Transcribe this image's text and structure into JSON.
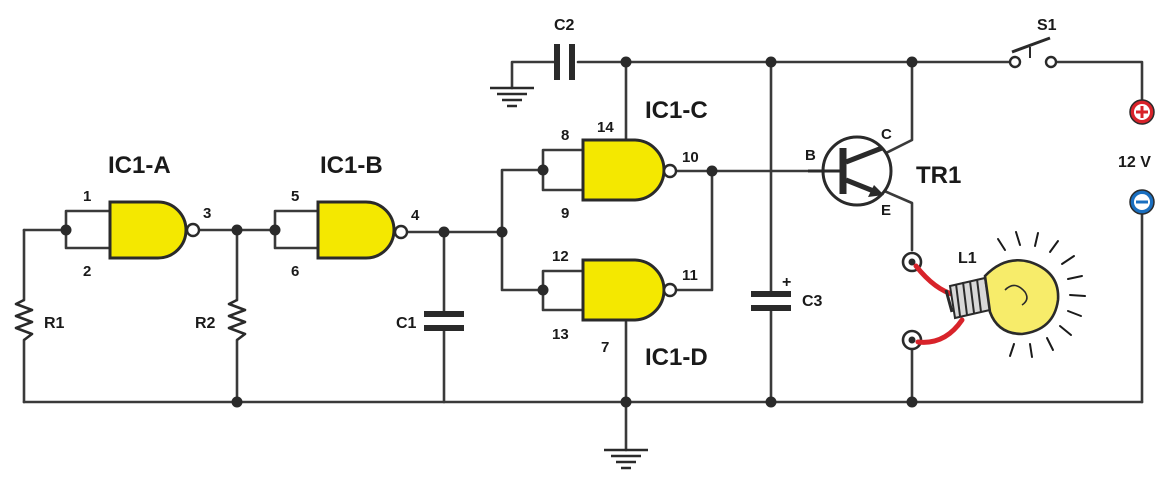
{
  "gates": {
    "a": {
      "name": "IC1-A",
      "in1": "1",
      "in2": "2",
      "out": "3"
    },
    "b": {
      "name": "IC1-B",
      "in1": "5",
      "in2": "6",
      "out": "4"
    },
    "c": {
      "name": "IC1-C",
      "in1": "8",
      "in2": "9",
      "out": "10",
      "vcc": "14"
    },
    "d": {
      "name": "IC1-D",
      "in1": "12",
      "in2": "13",
      "out": "11",
      "gnd": "7"
    }
  },
  "components": {
    "r1": "R1",
    "r2": "R2",
    "c1": "C1",
    "c2": "C2",
    "c3": "C3",
    "c3_plus": "+",
    "tr1": "TR1",
    "tr_b": "B",
    "tr_c": "C",
    "tr_e": "E",
    "l1": "L1",
    "s1": "S1",
    "supply": "12 V"
  },
  "colors": {
    "gate_fill": "#f4e800",
    "positive_terminal": "#d8232a",
    "negative_terminal": "#1a6fc0",
    "lamp_glass": "#f7ec6a"
  }
}
